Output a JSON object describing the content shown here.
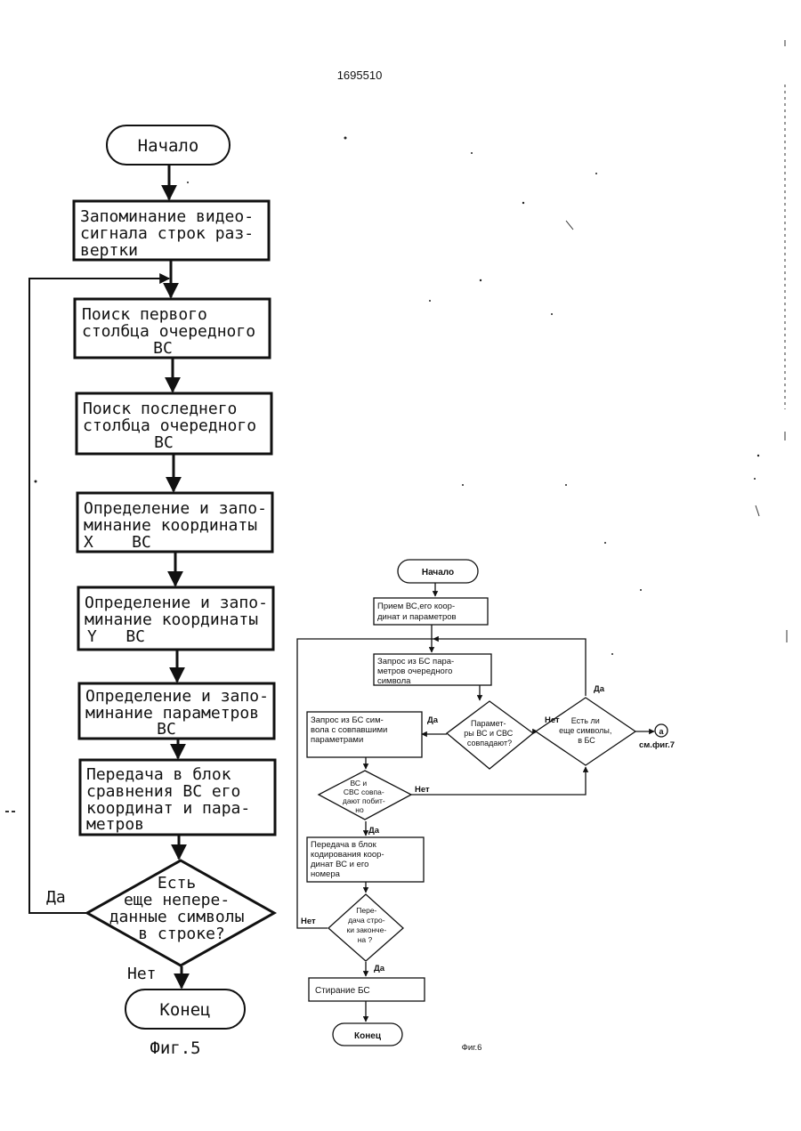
{
  "page_number": "1695510",
  "fig5": {
    "caption": "Фиг.5",
    "start": "Начало",
    "steps": [
      [
        "Запоминание видео-",
        "сигнала строк раз-",
        "вертки"
      ],
      [
        "Поиск первого",
        "столбца очередного",
        "ВС"
      ],
      [
        "Поиск последнего",
        "столбца очередного",
        "ВС"
      ],
      [
        "Определение и запо-",
        "минание координаты",
        "X    ВС"
      ],
      [
        "Определение и запо-",
        "минание координаты",
        "Y   ВС"
      ],
      [
        "Определение и запо-",
        "минание параметров",
        "ВС"
      ],
      [
        "Передача в блок",
        "сравнения ВС его",
        "координат и пара-",
        "метров"
      ]
    ],
    "decision": [
      "Есть",
      "еще непере-",
      "данные символы",
      "в строке?"
    ],
    "yes": "Да",
    "no": "Нет",
    "end": "Конец"
  },
  "fig6": {
    "caption": "Фиг.6",
    "start": "Начало",
    "receive": [
      "Прием ВС,его коор-",
      "динат и параметров"
    ],
    "request_params": [
      "Запрос из БС пара-",
      "метров очередного",
      "символа"
    ],
    "params_match": [
      "Парамет-",
      "ры ВС и СВС",
      "совпадают?"
    ],
    "more_symbols": [
      "Есть ли",
      "еще символы,",
      "в БС"
    ],
    "request_symbol": [
      "Запрос из БС сим-",
      "вола с совпавшими",
      "параметрами"
    ],
    "bitwise": [
      "ВС и",
      "СВС совпа-",
      "дают побит-",
      "но"
    ],
    "transfer": [
      "Передача в блок",
      "кодирования коор-",
      "динат ВС и его",
      "номера"
    ],
    "line_done": [
      "Пере-",
      "дача стро-",
      "ки законче-",
      "на ?"
    ],
    "erase": "Стирание БС",
    "end": "Конец",
    "yes": "Да",
    "no": "Нет",
    "connector": "a",
    "see_fig": "см.фиг.7"
  }
}
